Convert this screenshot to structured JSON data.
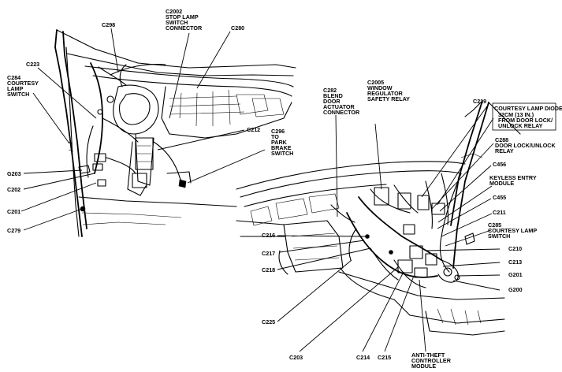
{
  "labels": {
    "c298": "C298",
    "c2002_l1": "C2002",
    "c2002_l2": "STOP LAMP",
    "c2002_l3": "SWITCH",
    "c2002_l4": "CONNECTOR",
    "c280": "C280",
    "c223": "C223",
    "c284_l1": "C284",
    "c284_l2": "COURTESY",
    "c284_l3": "LAMP",
    "c284_l4": "SWITCH",
    "c212": "C212",
    "c296_l1": "C296",
    "c296_l2": "TO",
    "c296_l3": "PARK",
    "c296_l4": "BRAKE",
    "c296_l5": "SWITCH",
    "g203": "G203",
    "c202": "C202",
    "c201": "C201",
    "c279": "C279",
    "c282_l1": "C282",
    "c282_l2": "BLEND",
    "c282_l3": "DOOR",
    "c282_l4": "ACTUATOR",
    "c282_l5": "CONNECTOR",
    "c2005_l1": "C2005",
    "c2005_l2": "WINDOW",
    "c2005_l3": "REGULATOR",
    "c2005_l4": "SAFETY RELAY",
    "c219": "C219",
    "diode_l1": "COURTESY LAMP DIODE",
    "diode_l2": "32CM (13 IN.)",
    "diode_l3": "FROM DOOR LOCK/",
    "diode_l4": "UNLOCK RELAY",
    "c288_l1": "C288",
    "c288_l2": "DOOR LOCK/UNLOCK",
    "c288_l3": "RELAY",
    "c456": "C456",
    "keyless_l1": "KEYLESS ENTRY",
    "keyless_l2": "MODULE",
    "c455": "C455",
    "c211": "C211",
    "c285_l1": "C285",
    "c285_l2": "COURTESY LAMP",
    "c285_l3": "SWITCH",
    "c210": "C210",
    "c213": "C213",
    "g201": "G201",
    "g200": "G200",
    "c216": "C216",
    "c217": "C217",
    "c218": "C218",
    "c225": "C225",
    "c203": "C203",
    "c214": "C214",
    "c215": "C215",
    "antitheft_l1": "ANTI-THEFT",
    "antitheft_l2": "CONTROLLER",
    "antitheft_l3": "MODULE"
  }
}
